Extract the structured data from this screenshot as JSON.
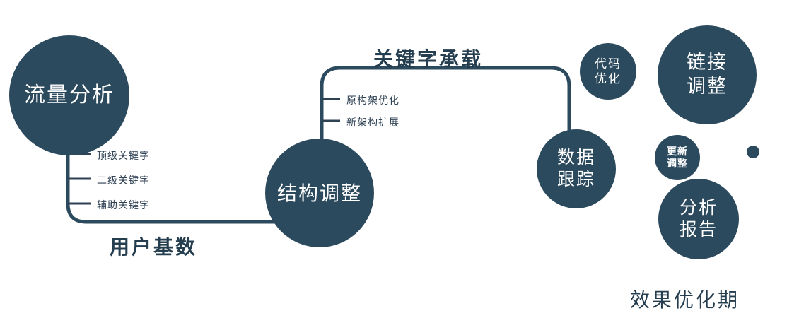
{
  "diagram": {
    "nodes": {
      "traffic": "流量分析",
      "structure": "结构调整",
      "tracking": "数据\n跟踪",
      "code": "代码\n优化",
      "link": "链接\n调整",
      "update": "更新\n调整",
      "report": "分析\n报告"
    },
    "edge_labels": {
      "user_base": "用户基数",
      "keyword_load": "关键字承载"
    },
    "tick_labels": {
      "left": [
        "顶级关键字",
        "二级关键字",
        "辅助关键字"
      ],
      "middle": [
        "原构架优化",
        "新架构扩展"
      ]
    },
    "caption": "效果优化期",
    "colors": {
      "primary": "#2c4a5e",
      "node_text": "#ffffff"
    }
  }
}
